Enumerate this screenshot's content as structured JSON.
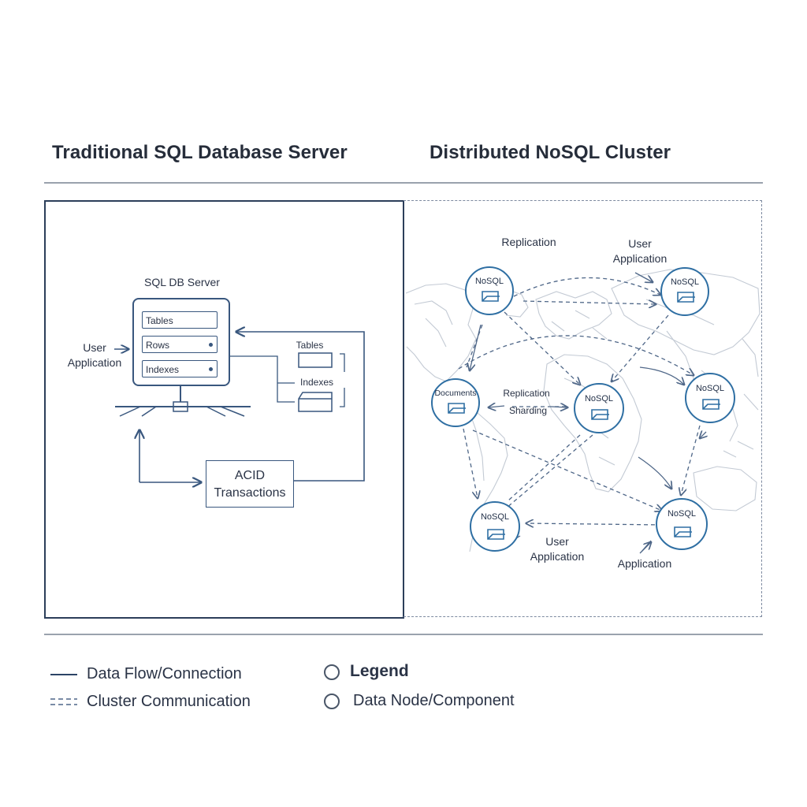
{
  "titles": {
    "sql": "Traditional SQL Database Server",
    "nosql": "Distributed NoSQL Cluster"
  },
  "sql": {
    "server_label": "SQL DB Server",
    "slots": [
      "Tables",
      "Rows",
      "Indexes"
    ],
    "user_app": [
      "User",
      "Application"
    ],
    "side_tables": "Tables",
    "side_indexes": "Indexes",
    "acid": [
      "ACID",
      "Transactions"
    ]
  },
  "nosql": {
    "nodes": [
      "NoSQL",
      "NoSQL",
      "Documents",
      "NoSQL",
      "NoSQL",
      "NoSQL",
      "NoSQL"
    ],
    "labels": {
      "replication_top": "Replication",
      "user_top": [
        "User",
        "Application"
      ],
      "replication_mid": "Replication",
      "sharding": "Sharding",
      "user_bottom": [
        "User",
        "Application"
      ],
      "application_bottom": "Application"
    }
  },
  "legend": {
    "data_flow": "Data Flow/Connection",
    "cluster_comm": "Cluster Communication",
    "title": "Legend",
    "data_node": "Data Node/Component"
  },
  "colors": {
    "node_stroke": "#2f6fa3",
    "panel_stroke": "#2c3e5a",
    "map_line": "#c5ccd6"
  }
}
